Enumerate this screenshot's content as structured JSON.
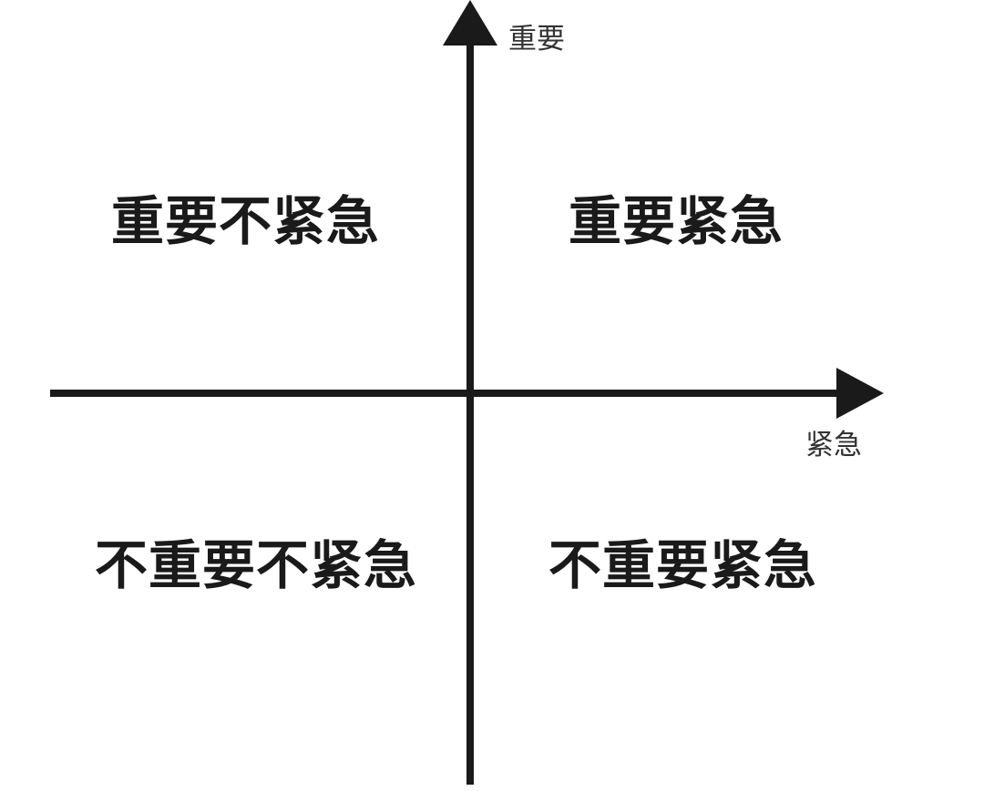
{
  "diagram": {
    "axes": {
      "y_label": "重要",
      "x_label": "紧急"
    },
    "quadrants": {
      "top_left": "重要不紧急",
      "top_right": "重要紧急",
      "bottom_left": "不重要不紧急",
      "bottom_right": "不重要紧急"
    },
    "colors": {
      "background": "#ffffff",
      "axis": "#1a1a1a",
      "text": "#1a1a1a"
    }
  }
}
